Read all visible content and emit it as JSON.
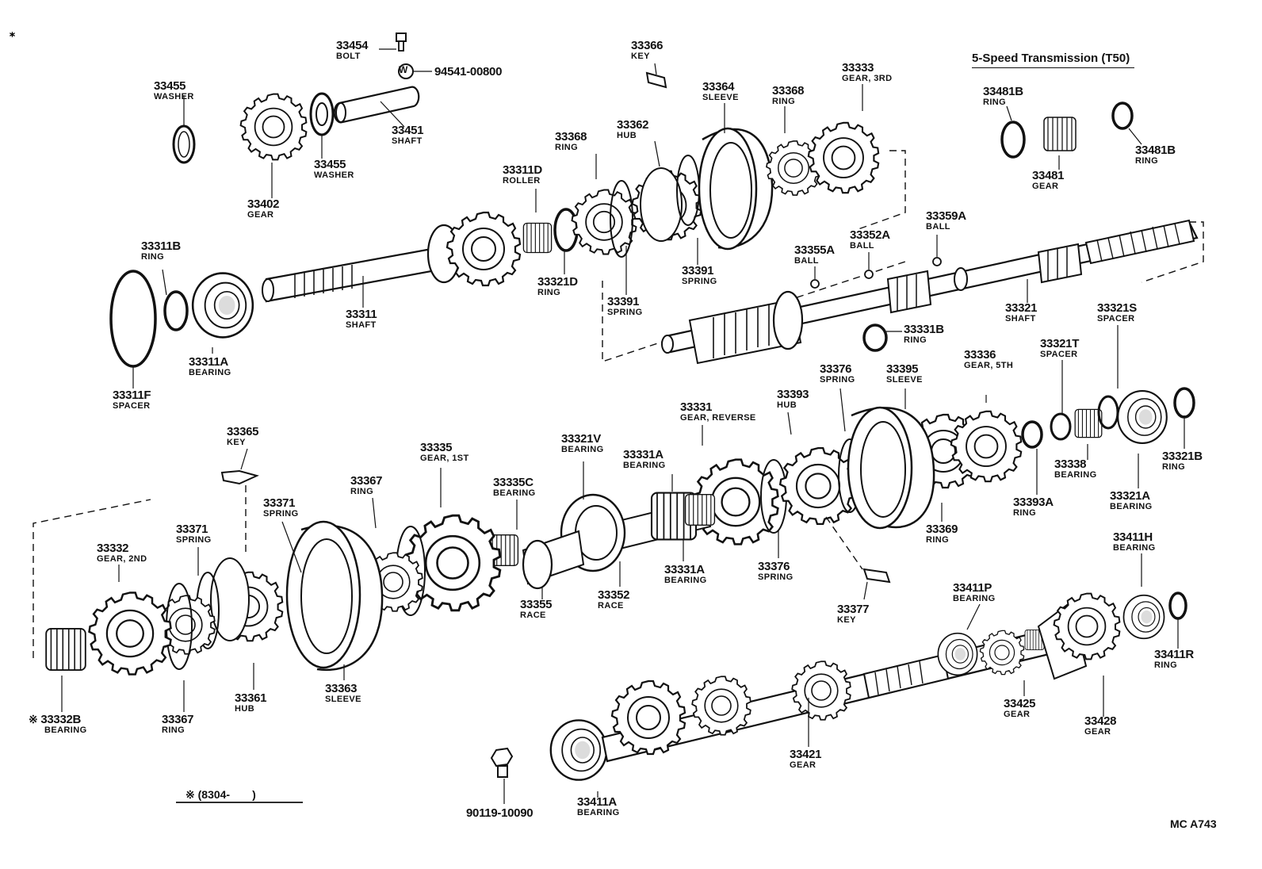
{
  "diagram": {
    "title": "5-Speed Transmission (T50)",
    "footnote": "※ (8304-  )",
    "drawing_id": "MC A743"
  },
  "parts": {
    "p33454": {
      "number": "33454",
      "name": "BOLT"
    },
    "p94541": {
      "number": "94541-00800"
    },
    "p33455_top": {
      "number": "33455",
      "name": "WASHER"
    },
    "p33455_mid": {
      "number": "33455",
      "name": "WASHER"
    },
    "p33451": {
      "number": "33451",
      "name": "SHAFT"
    },
    "p33402": {
      "number": "33402",
      "name": "GEAR"
    },
    "p33366": {
      "number": "33366",
      "name": "KEY"
    },
    "p33364": {
      "number": "33364",
      "name": "SLEEVE"
    },
    "p33368_top": {
      "number": "33368",
      "name": "RING"
    },
    "p33333": {
      "number": "33333",
      "name": "GEAR, 3RD"
    },
    "p33362": {
      "number": "33362",
      "name": "HUB"
    },
    "p33368_left": {
      "number": "33368",
      "name": "RING"
    },
    "p33311D": {
      "number": "33311D",
      "name": "ROLLER"
    },
    "p33311B": {
      "number": "33311B",
      "name": "RING"
    },
    "p33311": {
      "number": "33311",
      "name": "SHAFT"
    },
    "p33311A": {
      "number": "33311A",
      "name": "BEARING"
    },
    "p33311F": {
      "number": "33311F",
      "name": "SPACER"
    },
    "p33321D": {
      "number": "33321D",
      "name": "RING"
    },
    "p33391_a": {
      "number": "33391",
      "name": "SPRING"
    },
    "p33391_b": {
      "number": "33391",
      "name": "SPRING"
    },
    "p33355A": {
      "number": "33355A",
      "name": "BALL"
    },
    "p33352A": {
      "number": "33352A",
      "name": "BALL"
    },
    "p33359A": {
      "number": "33359A",
      "name": "BALL"
    },
    "p33321": {
      "number": "33321",
      "name": "SHAFT"
    },
    "p33331B": {
      "number": "33331B",
      "name": "RING"
    },
    "p33481B_a": {
      "number": "33481B",
      "name": "RING"
    },
    "p33481": {
      "number": "33481",
      "name": "GEAR"
    },
    "p33481B_b": {
      "number": "33481B",
      "name": "RING"
    },
    "p33376_top": {
      "number": "33376",
      "name": "SPRING"
    },
    "p33395": {
      "number": "33395",
      "name": "SLEEVE"
    },
    "p33336": {
      "number": "33336",
      "name": "GEAR, 5TH"
    },
    "p33321T": {
      "number": "33321T",
      "name": "SPACER"
    },
    "p33321S": {
      "number": "33321S",
      "name": "SPACER"
    },
    "p33393": {
      "number": "33393",
      "name": "HUB"
    },
    "p33331": {
      "number": "33331",
      "name": "GEAR, REVERSE"
    },
    "p33338": {
      "number": "33338",
      "name": "BEARING"
    },
    "p33321B": {
      "number": "33321B",
      "name": "RING"
    },
    "p33321A": {
      "number": "33321A",
      "name": "BEARING"
    },
    "p33393A": {
      "number": "33393A",
      "name": "RING"
    },
    "p33369": {
      "number": "33369",
      "name": "RING"
    },
    "p33365": {
      "number": "33365",
      "name": "KEY"
    },
    "p33335": {
      "number": "33335",
      "name": "GEAR, 1ST"
    },
    "p33321V": {
      "number": "33321V",
      "name": "BEARING"
    },
    "p33331A_top": {
      "number": "33331A",
      "name": "BEARING"
    },
    "p33335C": {
      "number": "33335C",
      "name": "BEARING"
    },
    "p33367_mid": {
      "number": "33367",
      "name": "RING"
    },
    "p33371_a": {
      "number": "33371",
      "name": "SPRING"
    },
    "p33371_b": {
      "number": "33371",
      "name": "SPRING"
    },
    "p33332": {
      "number": "33332",
      "name": "GEAR, 2ND"
    },
    "p33331A_bot": {
      "number": "33331A",
      "name": "BEARING"
    },
    "p33376_bot": {
      "number": "33376",
      "name": "SPRING"
    },
    "p33352": {
      "number": "33352",
      "name": "RACE"
    },
    "p33355": {
      "number": "33355",
      "name": "RACE"
    },
    "p33377": {
      "number": "33377",
      "name": "KEY"
    },
    "p33411H": {
      "number": "33411H",
      "name": "BEARING"
    },
    "p33411P": {
      "number": "33411P",
      "name": "BEARING"
    },
    "p33411R": {
      "number": "33411R",
      "name": "RING"
    },
    "p33361": {
      "number": "33361",
      "name": "HUB"
    },
    "p33363": {
      "number": "33363",
      "name": "SLEEVE"
    },
    "p33332B": {
      "number": "33332B",
      "name": "BEARING",
      "mark": "※"
    },
    "p33367_bot": {
      "number": "33367",
      "name": "RING"
    },
    "p33425": {
      "number": "33425",
      "name": "GEAR"
    },
    "p33428": {
      "number": "33428",
      "name": "GEAR"
    },
    "p33421": {
      "number": "33421",
      "name": "GEAR"
    },
    "p33411A": {
      "number": "33411A",
      "name": "BEARING"
    },
    "p90119": {
      "number": "90119-10090"
    }
  },
  "symbols": {
    "washer_mark": "W"
  }
}
